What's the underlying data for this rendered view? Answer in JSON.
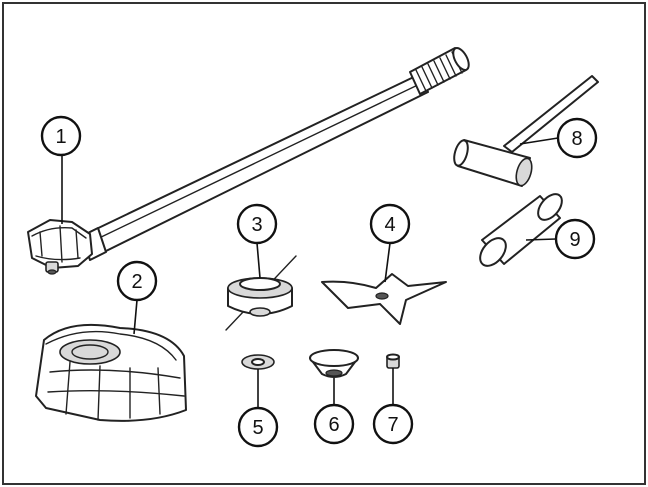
{
  "callouts": [
    {
      "id": "1",
      "label": "1"
    },
    {
      "id": "2",
      "label": "2"
    },
    {
      "id": "3",
      "label": "3"
    },
    {
      "id": "4",
      "label": "4"
    },
    {
      "id": "5",
      "label": "5"
    },
    {
      "id": "6",
      "label": "6"
    },
    {
      "id": "7",
      "label": "7"
    },
    {
      "id": "8",
      "label": "8"
    },
    {
      "id": "9",
      "label": "9"
    }
  ],
  "colors": {
    "line": "#222222",
    "background": "#ffffff",
    "frame": "#333333"
  }
}
